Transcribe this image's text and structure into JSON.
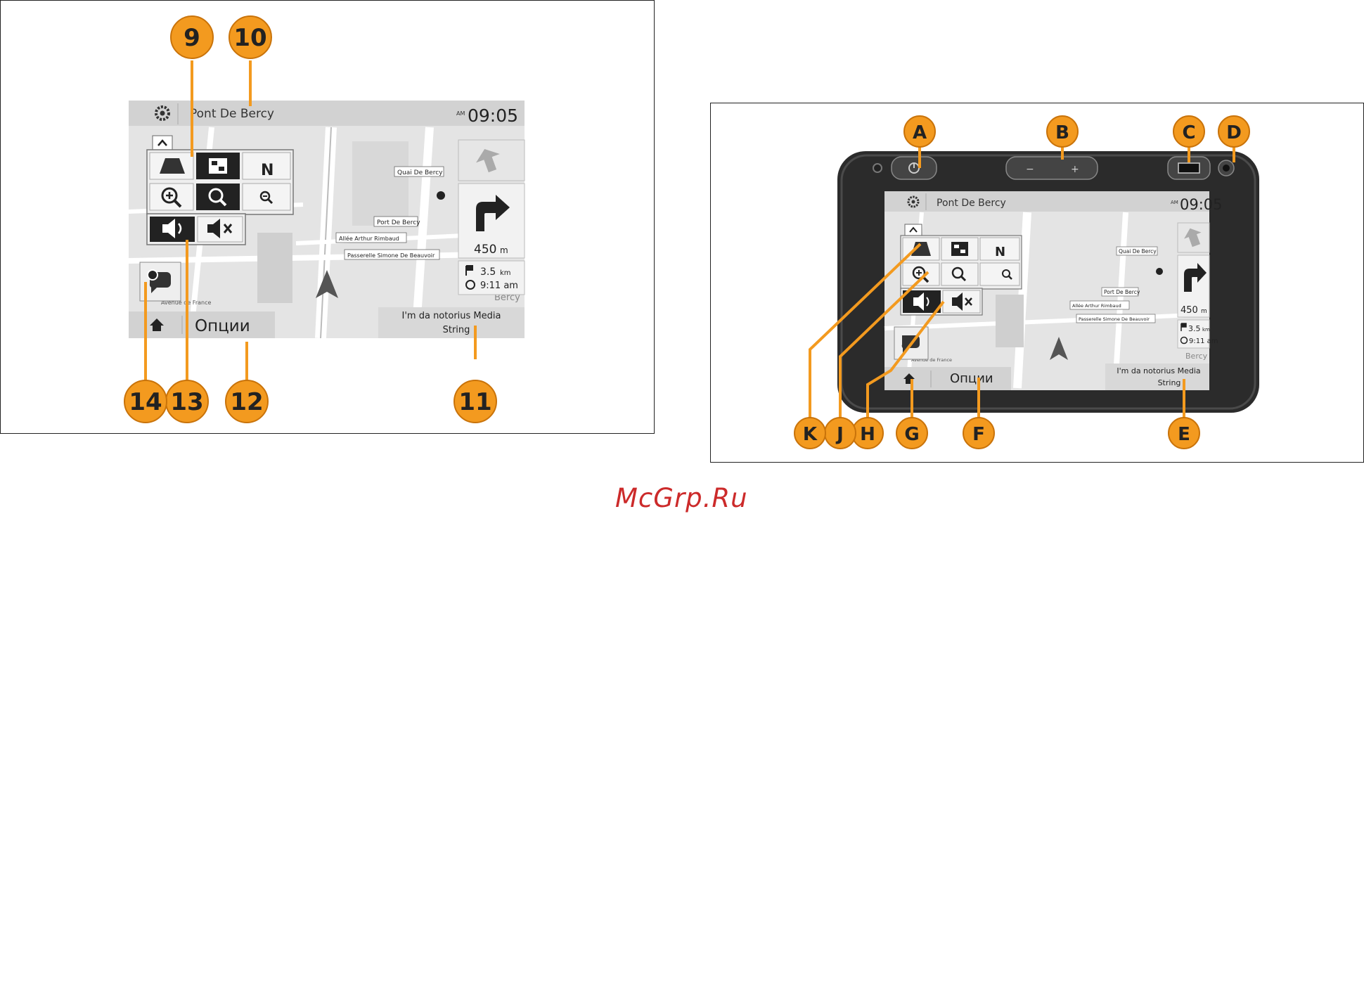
{
  "screen": {
    "street": "Pont De Bercy",
    "time_prefix": "AM",
    "time": "09:05",
    "distance_next": "450",
    "distance_unit": "m",
    "remaining_distance": "3.5",
    "remaining_unit": "km",
    "eta": "9:11 am",
    "options_label": "Опции",
    "media_line1": "I'm da notorius Media",
    "media_line2": "String",
    "map_labels": [
      "Quai De Bercy",
      "Port De Bercy",
      "Allée Arthur Rimbaud",
      "Passerelle Simone De Beauvoir",
      "Bercy",
      "Avenue de France"
    ]
  },
  "callouts_left": [
    "9",
    "10",
    "11",
    "12",
    "13",
    "14"
  ],
  "callouts_right": [
    "A",
    "B",
    "C",
    "D",
    "E",
    "F",
    "G",
    "H",
    "J",
    "K"
  ],
  "colors": {
    "callout": "#f39a1f",
    "callout_border": "#c9730a",
    "screen_bar": "#d2d2d2",
    "bezel": "#2b2b2b"
  },
  "watermark": "McGrp.Ru"
}
